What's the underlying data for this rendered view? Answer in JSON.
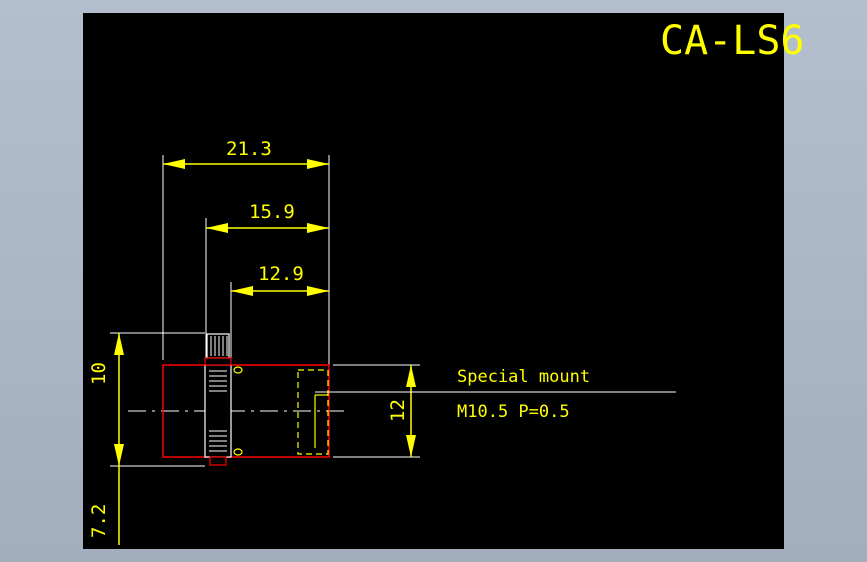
{
  "drawing": {
    "title": "CA-LS6",
    "dimensions": {
      "d1": "21.3",
      "d2": "15.9",
      "d3": "12.9",
      "h1": "10",
      "h2": "12",
      "h3": "7.2"
    },
    "notes": {
      "line1": "Special mount",
      "line2": "M10.5  P=0.5"
    }
  },
  "colors": {
    "background": "#000000",
    "dimension": "#ffff00",
    "outline": "#ff0000",
    "part": "#ffffff"
  }
}
